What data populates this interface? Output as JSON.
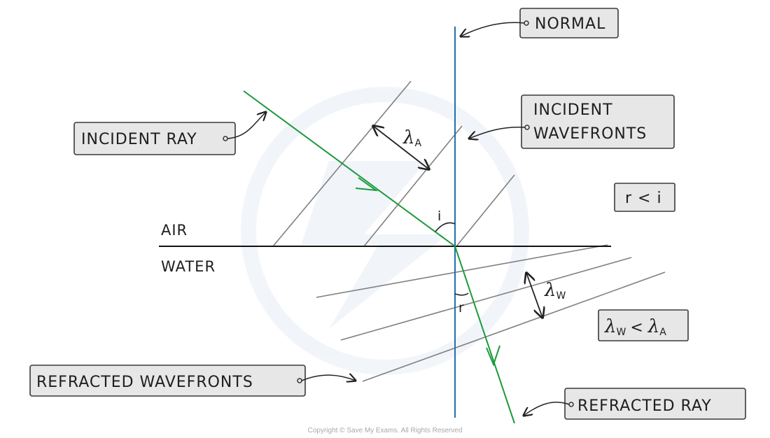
{
  "labels": {
    "normal": "NORMAL",
    "incident_ray": "INCIDENT  RAY",
    "incident_wavefronts_line1": "INCIDENT",
    "incident_wavefronts_line2": "WAVEFRONTS",
    "refracted_wavefronts": "REFRACTED  WAVEFRONTS",
    "refracted_ray": "REFRACTED  RAY",
    "air": "AIR",
    "water": "WATER",
    "angle_incidence": "i",
    "angle_refraction": "r",
    "condition": "r < i"
  },
  "symbols": {
    "lambda": "λ",
    "sub_air": "A",
    "sub_water": "W",
    "less_than": "<"
  },
  "footer": {
    "copyright": "Copyright © Save My Exams. All Rights Reserved"
  },
  "colors": {
    "normal_line": "#1f6fb5",
    "ray": "#1c9a3c",
    "wavefront": "#808080",
    "boundary": "#111111",
    "tag_fill": "#e7e7e7"
  }
}
